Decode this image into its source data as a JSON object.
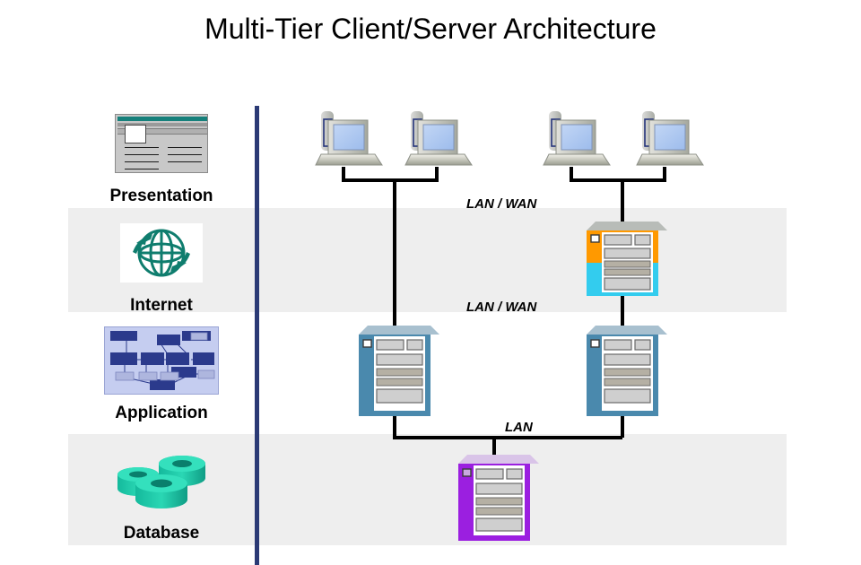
{
  "title": "Multi-Tier Client/Server Architecture",
  "tiers": [
    {
      "id": "presentation",
      "label": "Presentation",
      "icon": "application-window-icon",
      "banded": false
    },
    {
      "id": "internet",
      "label": "Internet",
      "icon": "globe-icon",
      "banded": true
    },
    {
      "id": "application",
      "label": "Application",
      "icon": "process-flowchart-icon",
      "banded": false
    },
    {
      "id": "database",
      "label": "Database",
      "icon": "database-cylinders-icon",
      "banded": true
    }
  ],
  "network_labels": {
    "presentation_to_internet": "LAN / WAN",
    "internet_to_application": "LAN / WAN",
    "application_to_database": "LAN"
  },
  "nodes": {
    "client_left_1": {
      "type": "workstation",
      "label": ""
    },
    "client_left_2": {
      "type": "workstation",
      "label": ""
    },
    "client_right_1": {
      "type": "workstation",
      "label": ""
    },
    "client_right_2": {
      "type": "workstation",
      "label": ""
    },
    "web_server": {
      "type": "web-server",
      "label": ""
    },
    "app_server_left": {
      "type": "application-server",
      "label": ""
    },
    "app_server_right": {
      "type": "application-server",
      "label": ""
    },
    "database_server": {
      "type": "database-server",
      "label": ""
    }
  },
  "colors": {
    "band_background": "#eeeeee",
    "divider": "#2b3a75",
    "title_bar_teal": "#16807b",
    "globe_teal": "#0f7d6e",
    "database_cylinder": "#22c3a6",
    "web_server_top": "#ff9900",
    "web_server_bottom": "#33ccee",
    "app_server_body": "#4a89ad",
    "app_server_top": "#a8c0cf",
    "database_server_body": "#9b1fe0",
    "database_server_top": "#d9c4e8",
    "monitor_screen": "#aac6ef",
    "monitor_body": "#b9bdb4",
    "connector_line": "#000000",
    "flowchart_background": "#c5cdf0",
    "flowchart_node": "#2b3a8c"
  }
}
